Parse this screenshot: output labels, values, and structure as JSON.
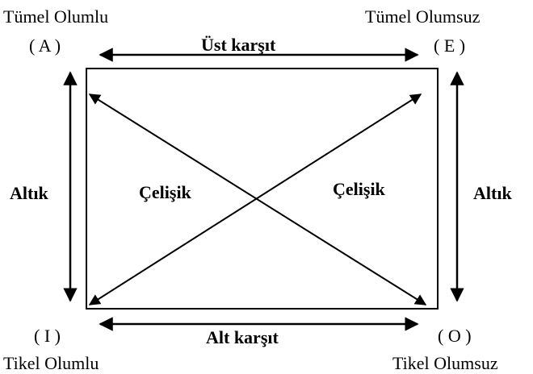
{
  "corners": {
    "top_left": {
      "name": "Tümel Olumlu",
      "letter": "( A )"
    },
    "top_right": {
      "name": "Tümel Olumsuz",
      "letter": "( E )"
    },
    "bottom_left": {
      "name": "Tikel Olumlu",
      "letter": "( I )"
    },
    "bottom_right": {
      "name": "Tikel Olumsuz",
      "letter": "( O )"
    }
  },
  "relations": {
    "top": "Üst karşıt",
    "bottom": "Alt karşıt",
    "left": "Altık",
    "right": "Altık",
    "diagonal_left": "Çelişik",
    "diagonal_right": "Çelişik"
  },
  "colors": {
    "ink": "#000000",
    "background": "#ffffff"
  }
}
